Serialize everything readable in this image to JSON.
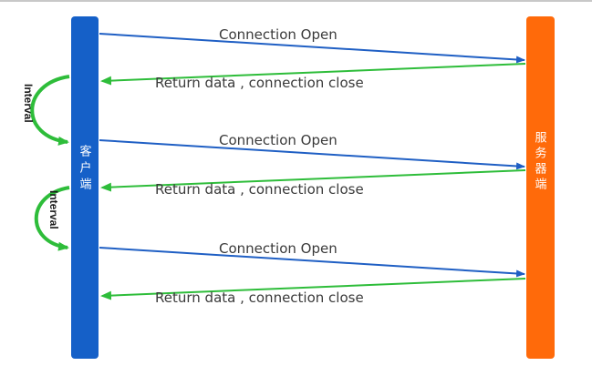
{
  "client": {
    "label": "客户端",
    "color": "#1560c8"
  },
  "server": {
    "label": "服务器端",
    "color": "#ff6a0a"
  },
  "colors": {
    "request": "#1f5fc4",
    "response": "#2ebd3a",
    "interval": "#2ebd3a"
  },
  "cycles": [
    {
      "request": "Connection Open",
      "response": "Return data ,  connection close"
    },
    {
      "request": "Connection Open",
      "response": "Return data ,  connection close"
    },
    {
      "request": "Connection Open",
      "response": "Return data ,  connection close"
    }
  ],
  "intervals": [
    {
      "label": "Interval"
    },
    {
      "label": "Interval"
    }
  ]
}
